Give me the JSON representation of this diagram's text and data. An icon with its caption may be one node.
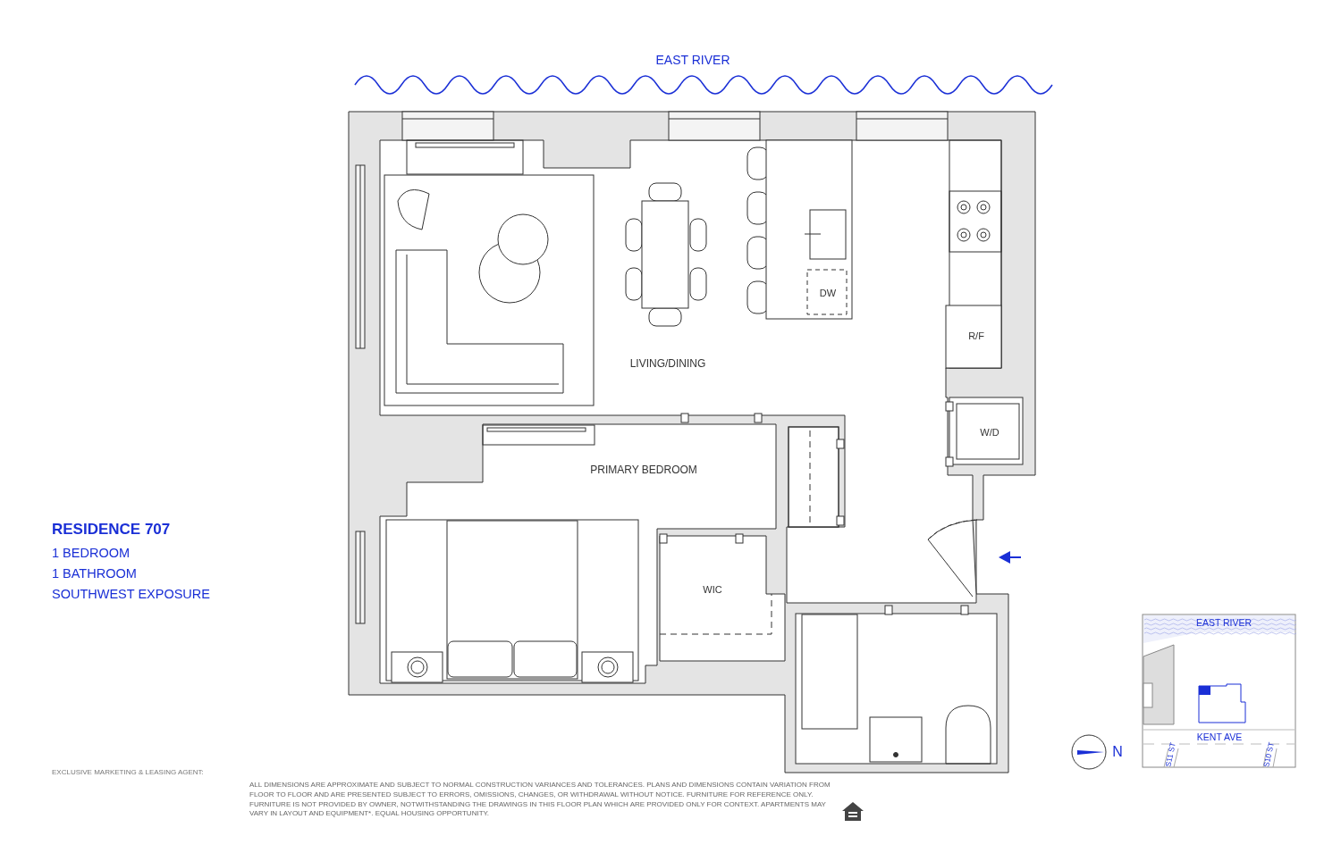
{
  "diagram": {
    "title": "RESIDENCE 707",
    "labels": [
      "EAST RIVER",
      "LIVING/DINING",
      "DW",
      "R/F",
      "W/D",
      "PRIMARY BEDROOM",
      "WIC",
      "1 BEDROOM",
      "1 BATHROOM",
      "SOUTHWEST EXPOSURE",
      "EAST RIVER",
      "KENT AVE",
      "S11 ST",
      "S10 ST",
      "N",
      "EXCLUSIVE MARKETING & LEASING AGENT:",
      "ALL DIMENSIONS ARE APPROXIMATE AND SUBJECT TO NORMAL CONSTRUCTION VARIANCES AND TOLERANCES. PLANS AND DIMENSIONS CONTAIN VARIATION FROM FLOOR TO FLOOR AND ARE PRESENTED SUBJECT TO ERRORS, OMISSIONS, CHANGES, OR WITHDRAWAL WITHOUT NOTICE. FURNITURE FOR REFERENCE ONLY. FURNITURE IS NOT PROVIDED BY OWNER, NOTWITHSTANDING THE DRAWINGS IN THIS FLOOR PLAN WHICH ARE PROVIDED ONLY FOR CONTEXT. APARTMENTS MAY VARY IN LAYOUT AND EQUIPMENT*. EQUAL HOUSING OPPORTUNITY."
    ]
  }
}
